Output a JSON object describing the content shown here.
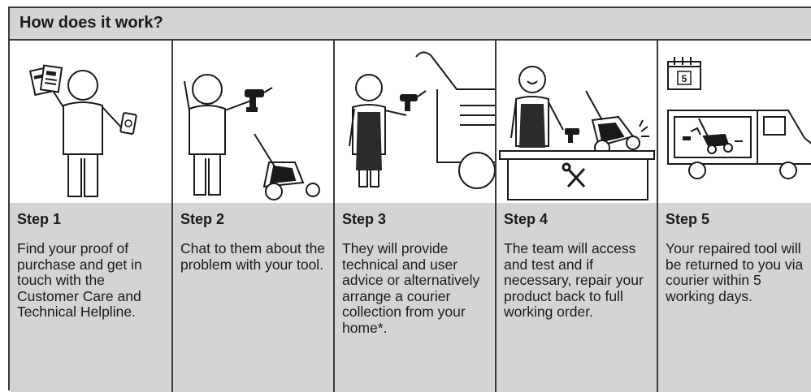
{
  "header": {
    "title": "How does it work?"
  },
  "steps": [
    {
      "title": "Step 1",
      "text": "Find your proof of purchase and get in touch with the Customer Care and Technical Helpline.",
      "icon": "person-with-documents-and-phone-icon"
    },
    {
      "title": "Step 2",
      "text": "Chat to them about the problem with your tool.",
      "icon": "person-with-drill-and-lawnmower-icon"
    },
    {
      "title": "Step 3",
      "text": "They will provide technical and user advice or alternatively arrange a courier collection from your home*.",
      "icon": "technician-with-drill-and-van-icon"
    },
    {
      "title": "Step 4",
      "text": "The team will access and test and if necessary, repair your product back to full working order.",
      "icon": "technician-at-workbench-icon"
    },
    {
      "title": "Step 5",
      "text": "Your repaired tool will be returned to you via courier within 5 working days.",
      "icon": "calendar-and-delivery-van-icon"
    }
  ],
  "calendar_number": "5",
  "colors": {
    "panel": "#d4d4d6",
    "line": "#3a3a3a",
    "ink": "#1a1a1a",
    "apron": "#2b2b2b"
  }
}
